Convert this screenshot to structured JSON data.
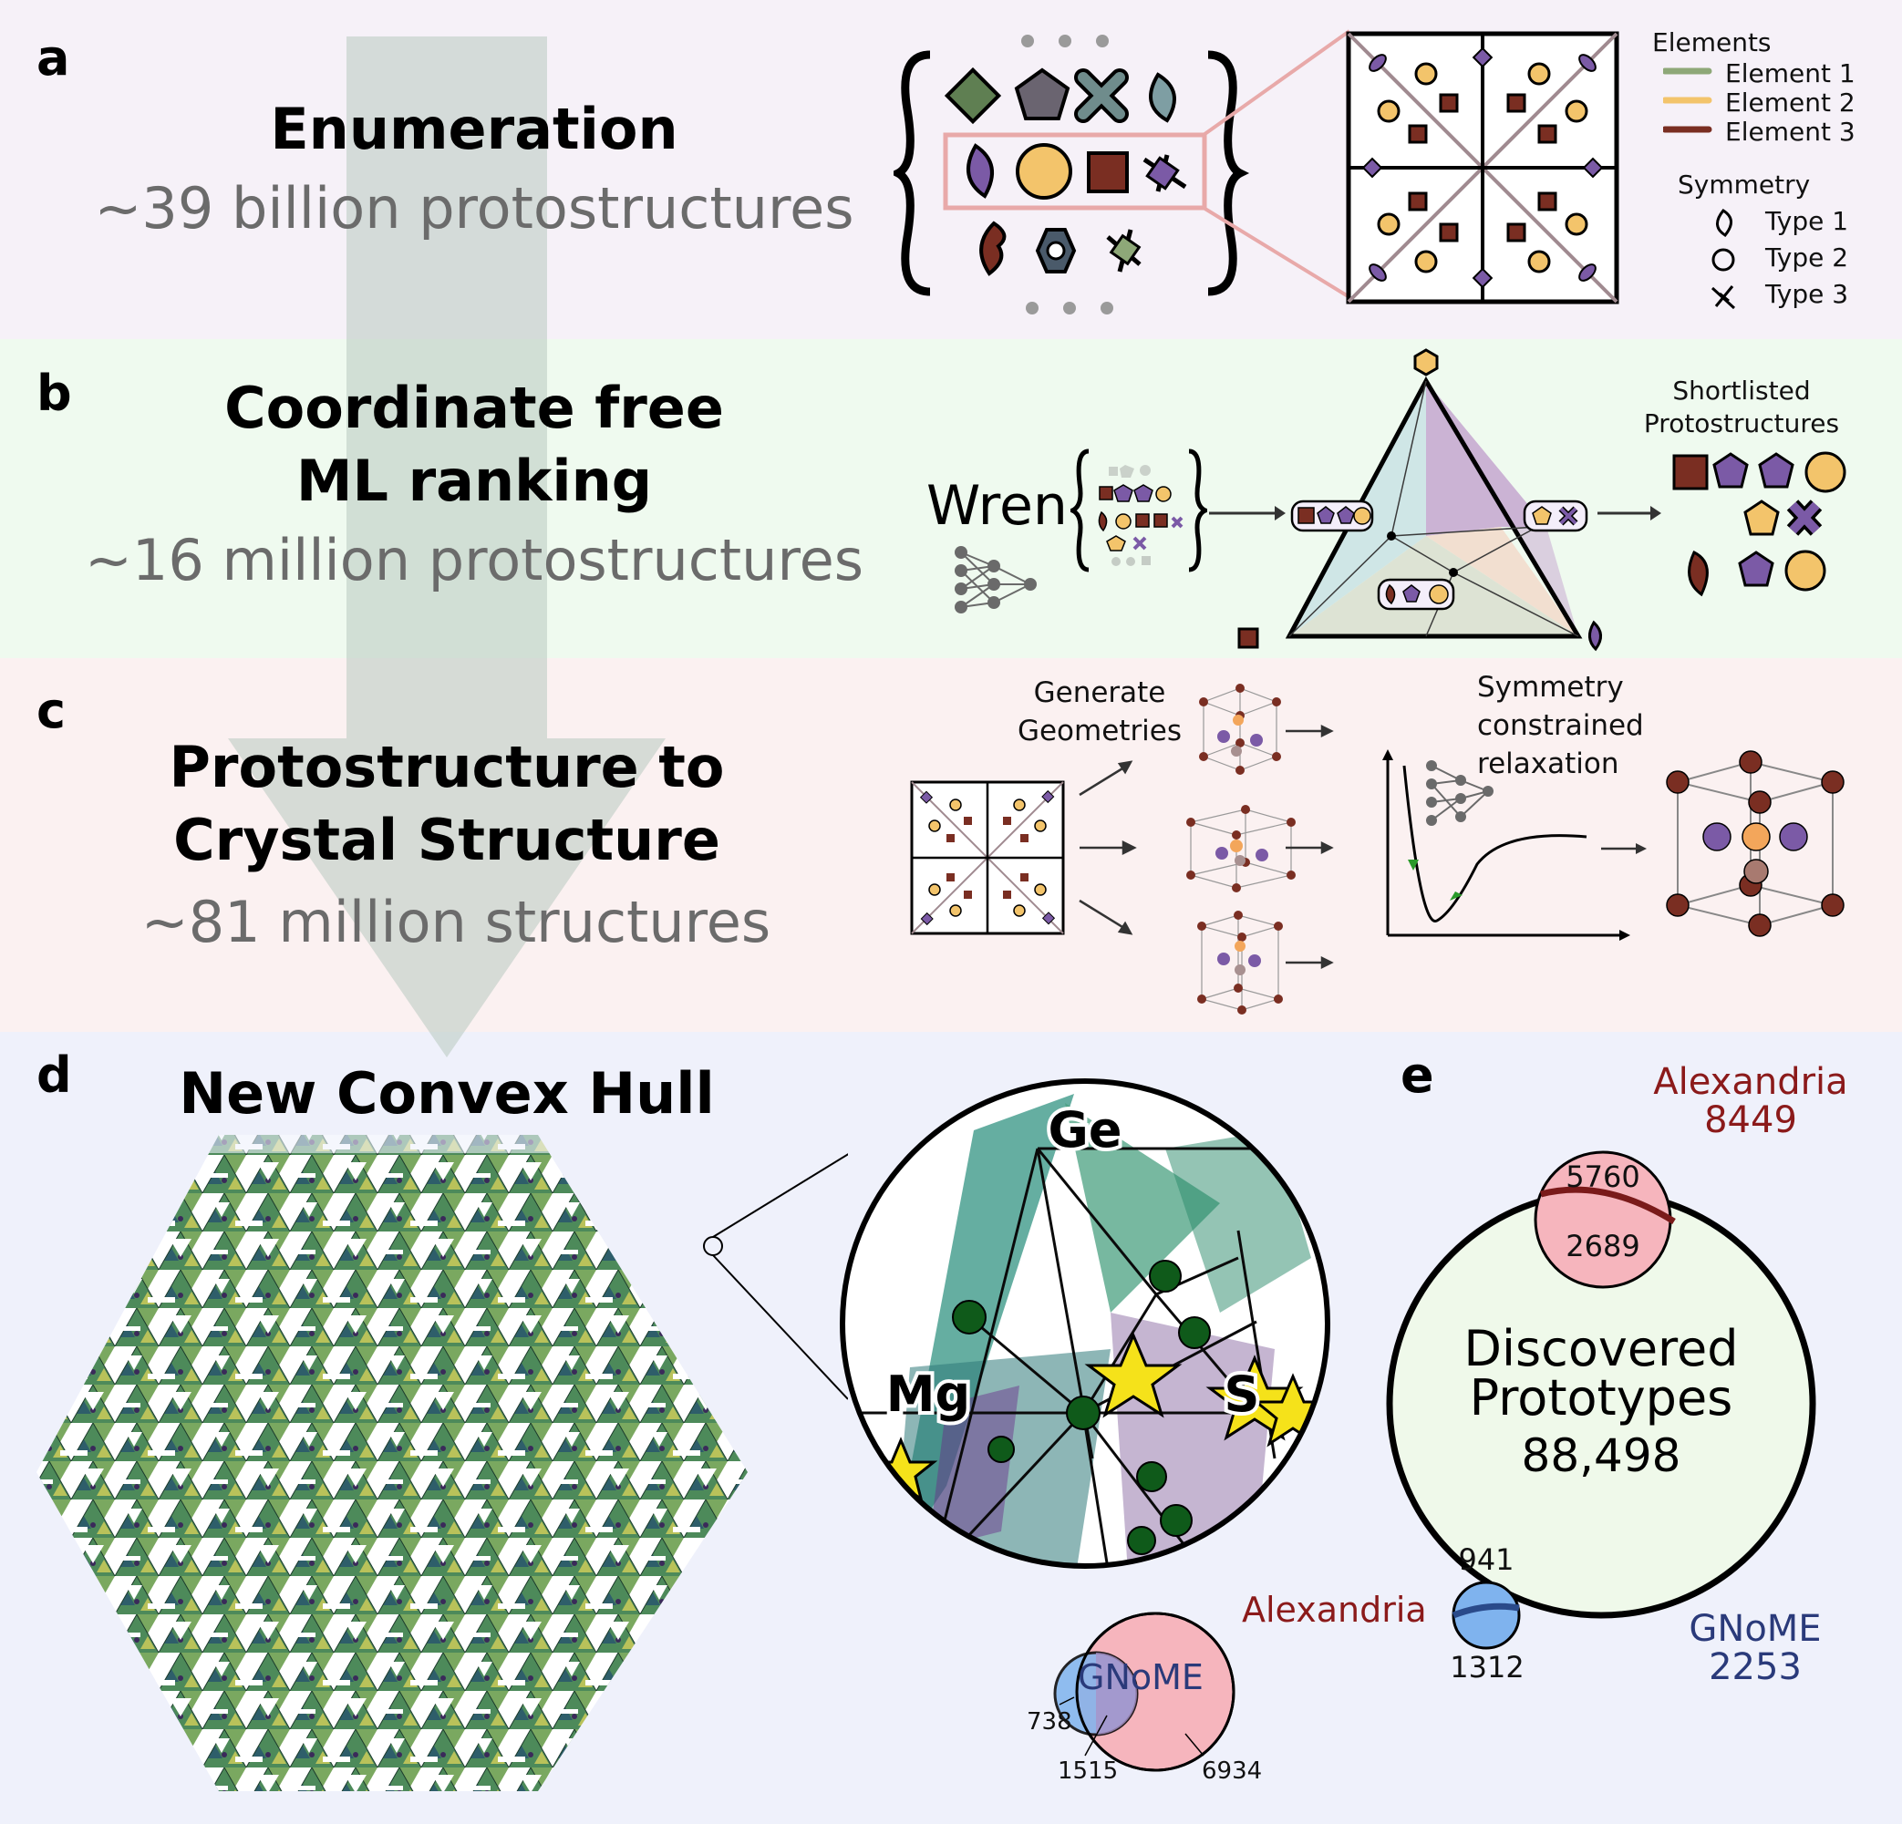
{
  "panels": {
    "a": {
      "letter": "a",
      "title": "Enumeration",
      "count": "~39 billion protostructures"
    },
    "b": {
      "letter": "b",
      "title_line1": "Coordinate free",
      "title_line2": "ML ranking",
      "count": "~16 million protostructures"
    },
    "c": {
      "letter": "c",
      "title_line1": "Protostructure to",
      "title_line2": "Crystal Structure",
      "count": "~81 million structures"
    },
    "d": {
      "letter": "d",
      "title": "New Convex Hull"
    },
    "e": {
      "letter": "e"
    }
  },
  "legend": {
    "elements_title": "Elements",
    "elements": [
      {
        "label": "Element 1",
        "color": "#8ea878"
      },
      {
        "label": "Element 2",
        "color": "#f3c46b"
      },
      {
        "label": "Element 3",
        "color": "#7a2e22"
      }
    ],
    "symmetry_title": "Symmetry",
    "symmetry": [
      {
        "label": "Type 1",
        "icon": "leaf-icon"
      },
      {
        "label": "Type 2",
        "icon": "circle-icon"
      },
      {
        "label": "Type 3",
        "icon": "bowtie-icon"
      }
    ]
  },
  "panel_b": {
    "model_label": "Wren",
    "shortlist_label_line1": "Shortlisted",
    "shortlist_label_line2": "Protostructures"
  },
  "panel_c": {
    "generate_line1": "Generate",
    "generate_line2": "Geometries",
    "relax_line1": "Symmetry",
    "relax_line2": "constrained",
    "relax_line3": "relaxation"
  },
  "panel_d": {
    "labels": [
      "Ge",
      "Mg",
      "S"
    ]
  },
  "venn_e": {
    "set_a": {
      "name": "Alexandria",
      "total": "8449",
      "color": "#8b1a1a"
    },
    "set_b": {
      "name": "GNoME",
      "total": "2253",
      "color": "#2a3a7a"
    },
    "main": {
      "line1": "Discovered",
      "line2": "Prototypes",
      "total": "88,498"
    },
    "alex_only": "5760",
    "alex_overlap": "2689",
    "gnome_overlap": "941",
    "gnome_only": "1312"
  },
  "venn_d": {
    "set_a": {
      "name": "Alexandria",
      "color": "#8b1a1a"
    },
    "set_b": {
      "name": "GNoME",
      "color": "#2a3a7a"
    },
    "gnome_only": "738",
    "overlap": "1515",
    "alex_only": "6934"
  },
  "colors": {
    "purple": "#7b5aa6",
    "yellow": "#f3c46b",
    "brown": "#7a2e22",
    "green": "#6b8a5e",
    "hull_green": "#1f6f4a"
  }
}
